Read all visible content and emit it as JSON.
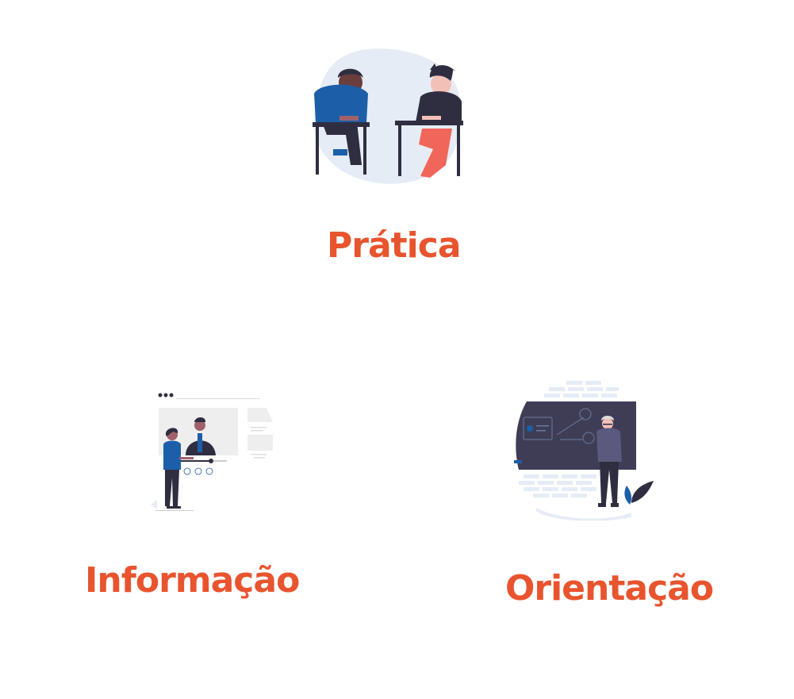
{
  "colors": {
    "accent": "#E8542E",
    "navy": "#2F2E41",
    "blue": "#1C5FA8",
    "coral": "#F0665A",
    "skin": "#A0616A",
    "blob": "#E6ECF5"
  },
  "cards": [
    {
      "label": "Prática",
      "illustration": "students-writing-exam-illustration"
    },
    {
      "label": "Informação",
      "illustration": "video-presentation-illustration"
    },
    {
      "label": "Orientação",
      "illustration": "teacher-at-blackboard-illustration"
    }
  ]
}
